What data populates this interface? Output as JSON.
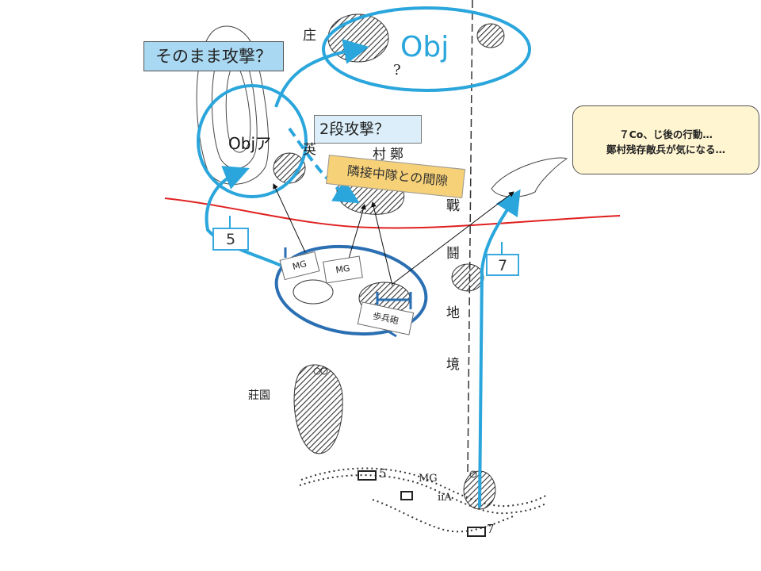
{
  "callouts": {
    "direct_attack": "そのまま攻撃？",
    "two_stage_attack": "2段攻撃？",
    "gap_label": "隣接中隊との間隙",
    "note_line1": "７Co、じ後の行動…",
    "note_line2": "鄭村残存敵兵が気になる…"
  },
  "objectives": {
    "main": "Obj",
    "a": "Objア"
  },
  "unit_numbers": {
    "fifth": "5",
    "seventh": "7"
  },
  "weapon_tags": {
    "mg_left": "MG",
    "mg_right": "MG",
    "infantry_gun": "歩兵砲"
  },
  "map_labels": {
    "zhuang": "庄",
    "village_top": "村",
    "zheng": "鄭",
    "gap_chars": "英",
    "battle": "戰",
    "fight": "鬪",
    "ground": "地",
    "boundary": "境",
    "estate": "莊園",
    "unit_5": "5",
    "unit_7": "7",
    "mg_bottom": "MG",
    "ia": "ⅱA",
    "question": "?"
  },
  "colors": {
    "accent_blue": "#2aa6dc",
    "frontline_red": "#e02020",
    "hatch": "#333333"
  }
}
